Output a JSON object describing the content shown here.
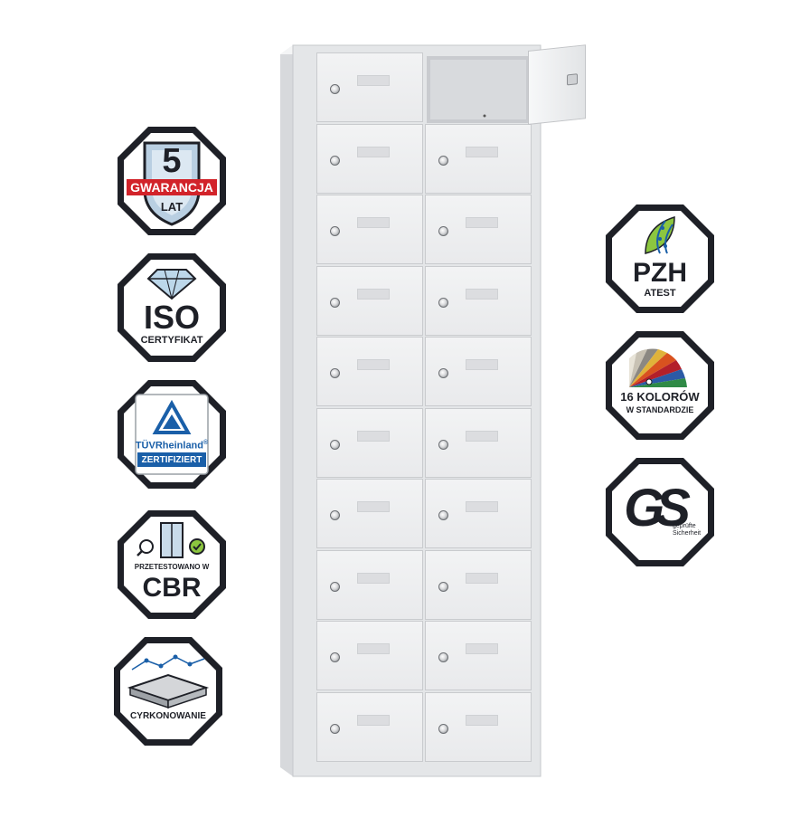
{
  "badges_left": [
    {
      "id": "warranty",
      "number": "5",
      "ribbon": "GWARANCJA",
      "bottom": "LAT"
    },
    {
      "id": "iso",
      "title": "ISO",
      "subtitle": "CERTYFIKAT"
    },
    {
      "id": "tuv",
      "brand": "TÜVRheinland",
      "reg": "®",
      "band": "ZERTIFIZIERT"
    },
    {
      "id": "cbr",
      "top": "PRZETESTOWANO W",
      "title": "CBR"
    },
    {
      "id": "cyrkon",
      "title": "CYRKONOWANIE"
    }
  ],
  "badges_right": [
    {
      "id": "pzh",
      "title": "PZH",
      "subtitle": "ATEST"
    },
    {
      "id": "colors",
      "line1": "16 KOLORÓW",
      "line2": "W STANDARDZIE"
    },
    {
      "id": "gs",
      "mark": "GS",
      "line1": "geprüfte",
      "line2": "Sicherheit"
    }
  ],
  "locker": {
    "rows": 10,
    "columns": 2,
    "open_door": {
      "row": 1,
      "column": 2
    },
    "color": "#eeeff0"
  },
  "colors": {
    "badge_border": "#1e2027",
    "ribbon_red": "#d2232a",
    "tuv_blue": "#1a5fa8",
    "dna_green": "#8cc63f"
  }
}
